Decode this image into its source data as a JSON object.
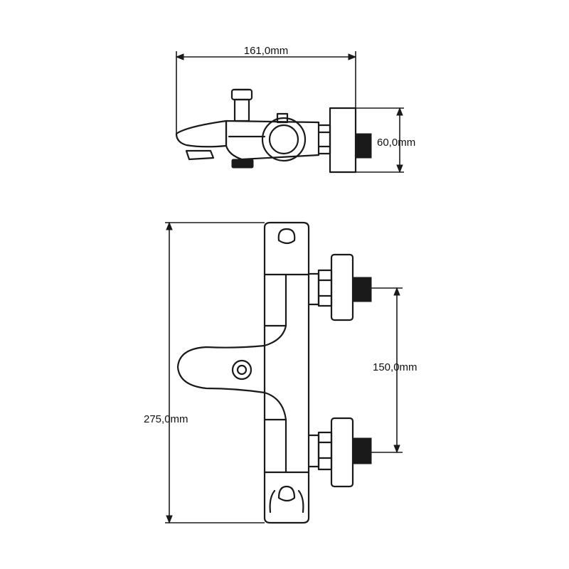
{
  "dimensions": {
    "width": "161,0mm",
    "depth": "60,0mm",
    "centers": "150,0mm",
    "height": "275,0mm"
  }
}
